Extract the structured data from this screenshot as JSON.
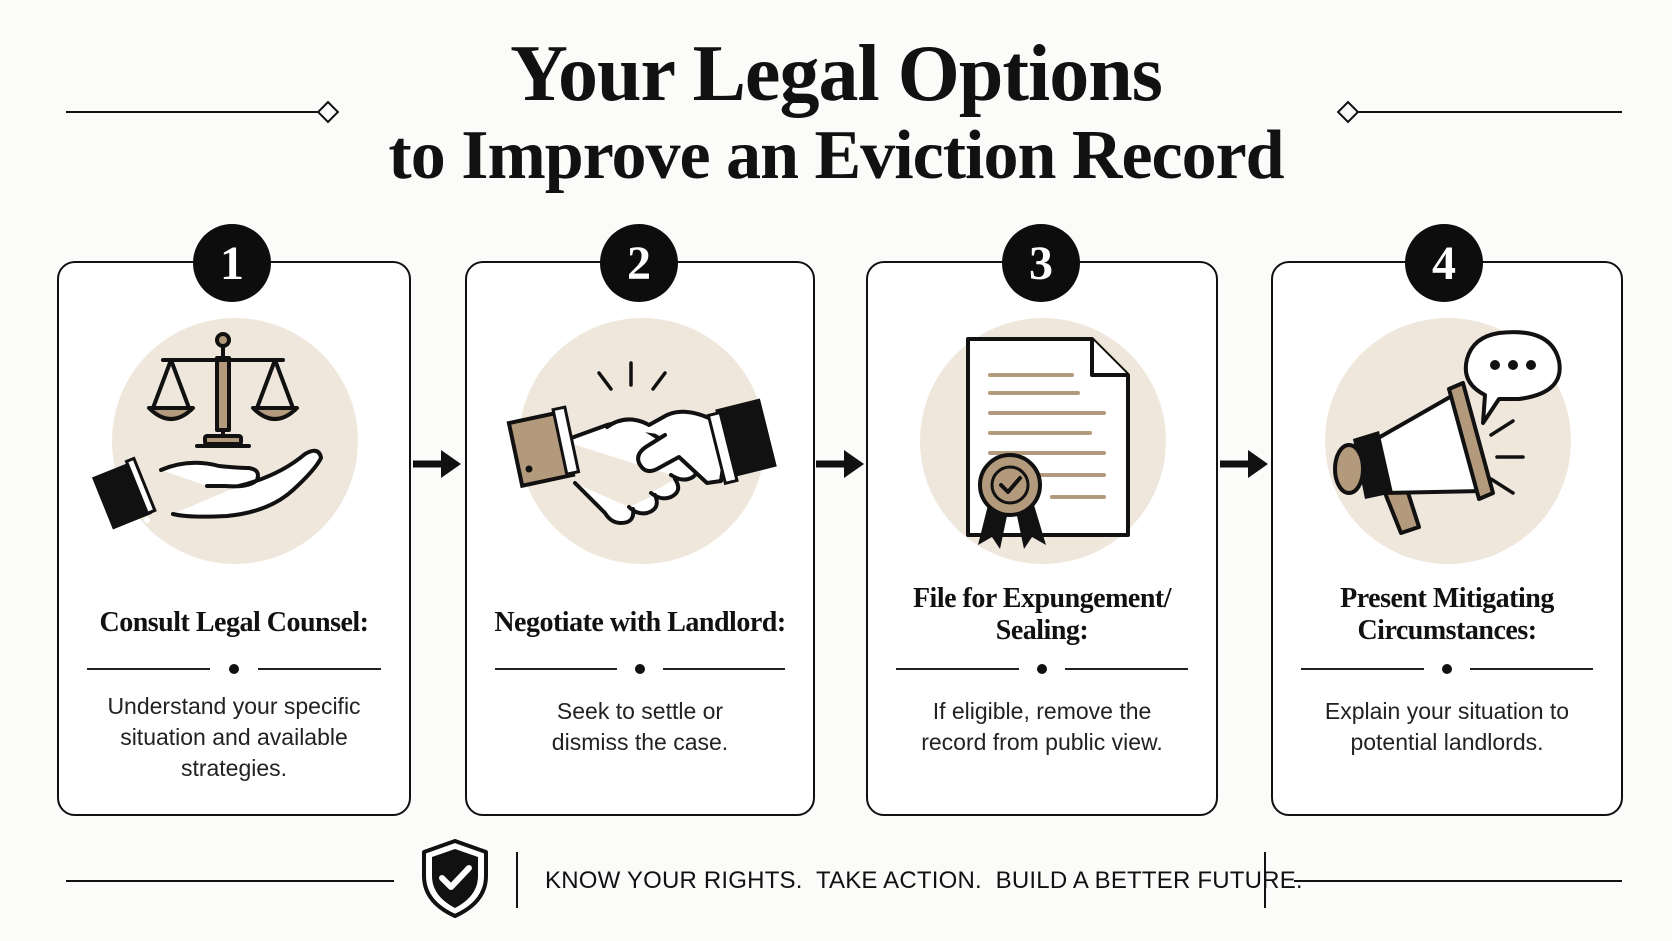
{
  "title": {
    "line1": "Your Legal Options",
    "line2": "to Improve an Eviction Record"
  },
  "steps": [
    {
      "number": "1",
      "title": "Consult Legal Counsel:",
      "description": "Understand your specific situation and available strategies.",
      "icon": "scales-hand-icon"
    },
    {
      "number": "2",
      "title": "Negotiate with Landlord:",
      "description": "Seek to settle or dismiss the case.",
      "icon": "handshake-icon"
    },
    {
      "number": "3",
      "title": "File for Expungement/ Sealing:",
      "description": "If eligible, remove the record from public view.",
      "icon": "document-seal-icon"
    },
    {
      "number": "4",
      "title": "Present Mitigating Circumstances:",
      "description": "Explain your situation to potential landlords.",
      "icon": "megaphone-icon"
    }
  ],
  "footer": {
    "tagline": "KNOW YOUR RIGHTS.  TAKE ACTION.  BUILD A BETTER FUTURE.",
    "icon": "shield-check-icon"
  },
  "colors": {
    "ink": "#111111",
    "accent_tan": "#b49a7c",
    "circle_bg": "#efe7dc",
    "background": "#fbfbfa"
  }
}
